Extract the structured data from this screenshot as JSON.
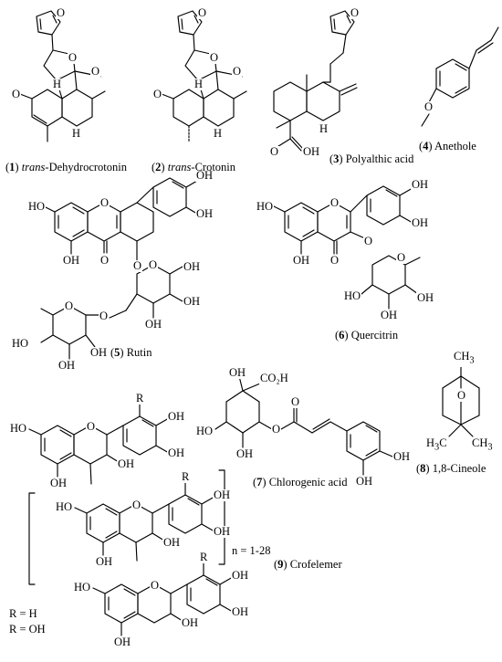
{
  "compounds": [
    {
      "num": "1",
      "pre": "",
      "italic": "trans",
      "name": "-Dehydrocrotonin"
    },
    {
      "num": "2",
      "pre": "",
      "italic": "trans",
      "name": "-Crotonin"
    },
    {
      "num": "3",
      "pre": "",
      "italic": "",
      "name": "Polyalthic acid"
    },
    {
      "num": "4",
      "pre": "",
      "italic": "",
      "name": "Anethole"
    },
    {
      "num": "5",
      "pre": "",
      "italic": "",
      "name": "Rutin"
    },
    {
      "num": "6",
      "pre": "",
      "italic": "",
      "name": "Quercitrin"
    },
    {
      "num": "7",
      "pre": "",
      "italic": "",
      "name": "Chlorogenic acid"
    },
    {
      "num": "8",
      "pre": "",
      "italic": "",
      "name": "1,8-Cineole"
    },
    {
      "num": "9",
      "pre": "",
      "italic": "",
      "name": "Crofelemer"
    }
  ],
  "atoms": {
    "O": "O",
    "H": "H",
    "OH": "OH",
    "HO": "HO",
    "CO2H": "CO₂H",
    "CH3": "CH",
    "CH3_sub": "3",
    "H3C": "H",
    "H3C_sub": "3",
    "H3C_tail": "C",
    "R": "R",
    "OMe": "O"
  },
  "notes": {
    "repeat": "n = 1-28",
    "r_h": "R = H",
    "r_oh": "R = OH"
  }
}
